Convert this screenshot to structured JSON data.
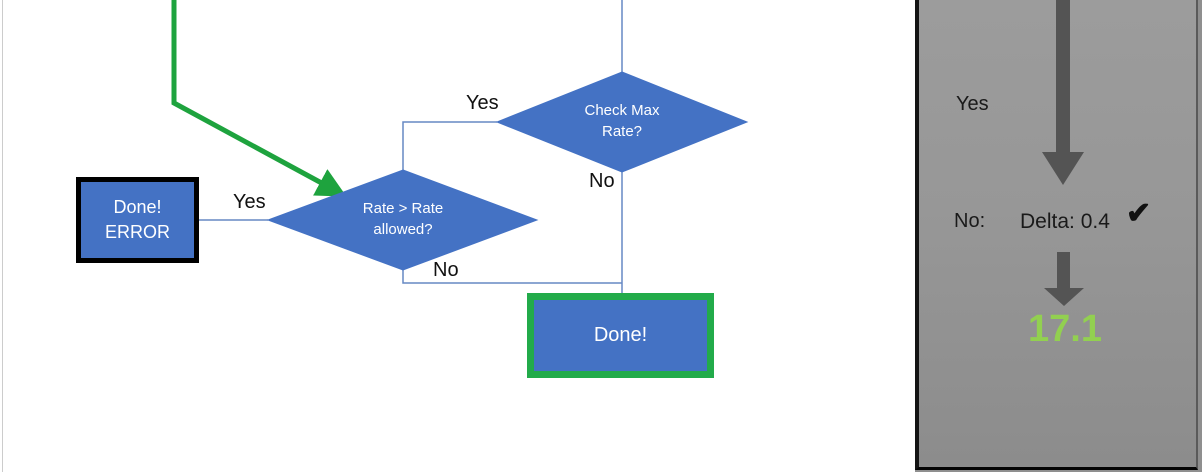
{
  "flowchart": {
    "decision_check_max": {
      "text_line1": "Check Max",
      "text_line2": "Rate?",
      "yes_label": "Yes",
      "no_label": "No"
    },
    "decision_rate_allowed": {
      "text_line1": "Rate > Rate",
      "text_line2": "allowed?",
      "yes_label": "Yes",
      "no_label": "No"
    },
    "done_error_box": {
      "line1": "Done!",
      "line2": "ERROR"
    },
    "done_box": {
      "label": "Done!"
    }
  },
  "side_panel": {
    "yes_label": "Yes",
    "no_label": "No:",
    "delta_text": "Delta: 0.4",
    "check_icon": "✔",
    "result_value": "17.1"
  },
  "colors": {
    "shape_blue": "#4472c4",
    "connector_blue": "#6688c4",
    "highlight_green": "#1ea33e",
    "done_border_green": "#22ab4a",
    "result_green": "#92d050",
    "panel_gray": "#939393",
    "arrow_gray": "#545454",
    "error_border_black": "#000000"
  }
}
